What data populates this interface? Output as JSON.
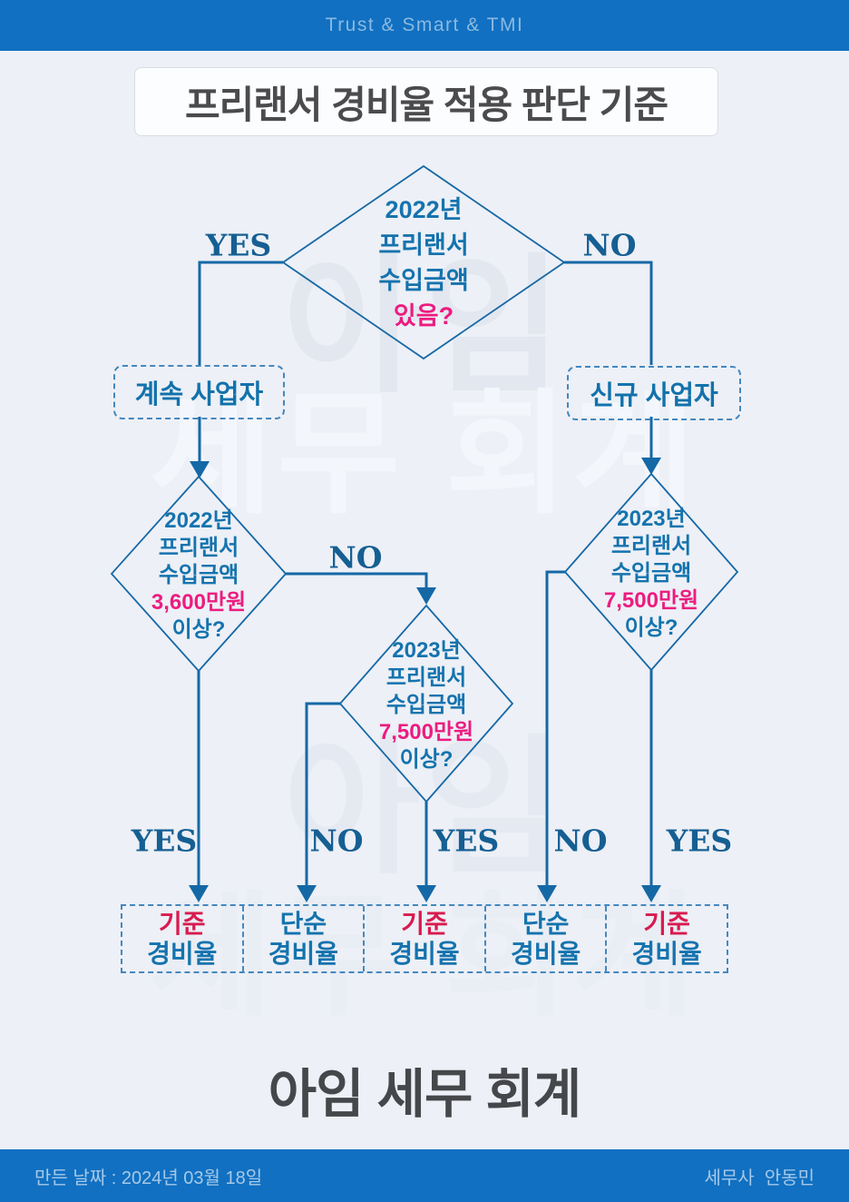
{
  "header": {
    "tagline": "Trust & Smart & TMI"
  },
  "title": "프리랜서 경비율 적용 판단 기준",
  "watermark": {
    "line1": "아임",
    "line2": "세무 회계"
  },
  "flow": {
    "root": {
      "line1": "2022년",
      "line2": "프리랜서",
      "line3": "수입금액",
      "question": "있음?",
      "yes": "YES",
      "no": "NO"
    },
    "continuing_box": "계속 사업자",
    "new_box": "신규 사업자",
    "left": {
      "line1": "2022년",
      "line2": "프리랜서",
      "line3": "수입금액",
      "amount": "3,600만원",
      "question": "이상?",
      "yes": "YES",
      "no": "NO"
    },
    "middle": {
      "line1": "2023년",
      "line2": "프리랜서",
      "line3": "수입금액",
      "amount": "7,500만원",
      "question": "이상?",
      "yes": "YES",
      "no": "NO"
    },
    "right": {
      "line1": "2023년",
      "line2": "프리랜서",
      "line3": "수입금액",
      "amount": "7,500만원",
      "question": "이상?",
      "yes": "YES",
      "no": "NO"
    },
    "results": [
      {
        "top": "기준",
        "bottom": "경비율"
      },
      {
        "top": "단순",
        "bottom": "경비율"
      },
      {
        "top": "기준",
        "bottom": "경비율"
      },
      {
        "top": "단순",
        "bottom": "경비율"
      },
      {
        "top": "기준",
        "bottom": "경비율"
      }
    ]
  },
  "brand": "아임 세무 회계",
  "footer": {
    "date": "만든 날짜 : 2024년 03월 18일",
    "author": "세무사  안동민"
  },
  "colors": {
    "bar_blue": "#1170c1",
    "line_blue": "#1568a6",
    "node_text_blue": "#1573ae",
    "label_blue": "#155f93",
    "magenta": "#ec1c80",
    "red": "#d81b4f",
    "background": "#edf0f6"
  }
}
